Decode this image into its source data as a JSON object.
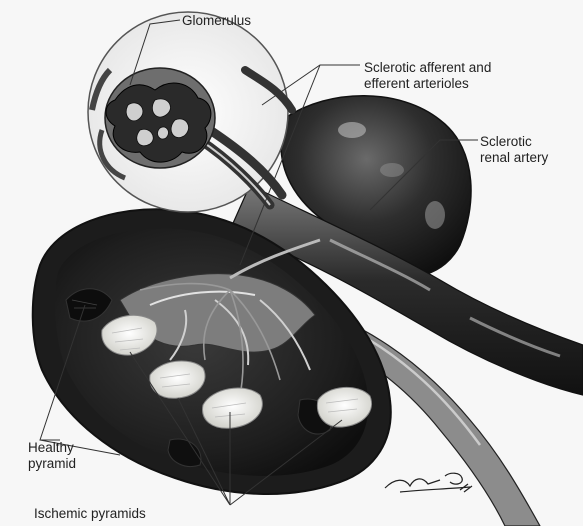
{
  "labels": {
    "glomerulus": "Glomerulus",
    "sclerotic_arterioles": [
      "Sclerotic afferent and",
      "efferent arterioles"
    ],
    "sclerotic_renal_artery": [
      "Sclerotic",
      "renal artery"
    ],
    "healthy_pyramid": [
      "Healthy",
      "pyramid"
    ],
    "ischemic_pyramids": "Ischemic pyramids"
  },
  "signature": "MMazzular '86",
  "colors": {
    "background": "#f7f7f7",
    "kidney_dark": "#2a2a2a",
    "pyramid_ischemic": "#f2f2ee",
    "line": "#444444"
  }
}
